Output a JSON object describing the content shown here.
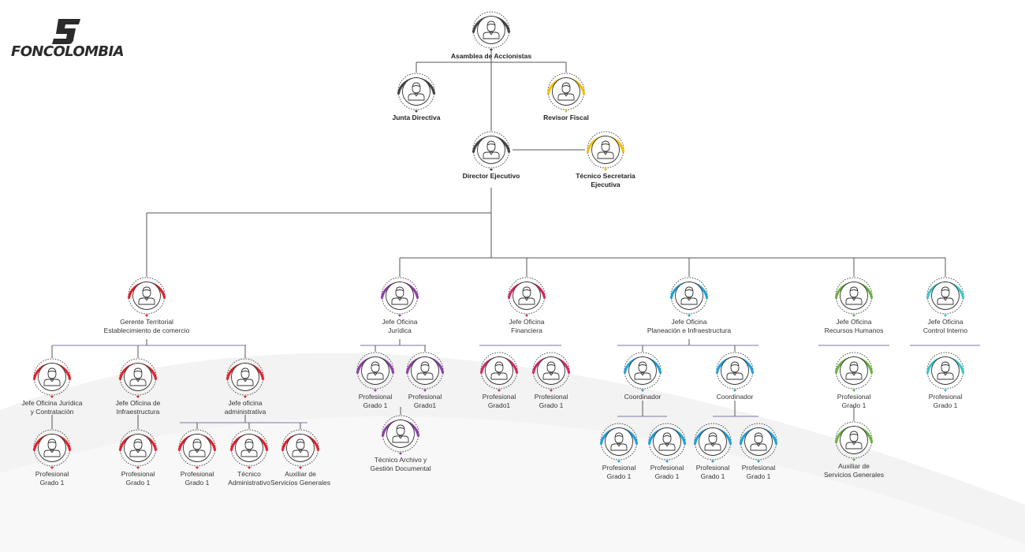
{
  "logo": {
    "text": "FONCOLOMBIA"
  },
  "colors": {
    "dark": "#444444",
    "yellow": "#f2c200",
    "red": "#e5202a",
    "purple": "#8e3fa8",
    "pink": "#d5285f",
    "blue": "#1ea3dc",
    "green": "#6ab43e",
    "teal": "#3cc8c8"
  },
  "nodes": [
    {
      "id": "asamblea",
      "label": "Asamblea de Accionistas",
      "color": "dark",
      "bold": true
    },
    {
      "id": "junta",
      "label": "Junta Directiva",
      "color": "dark",
      "bold": true
    },
    {
      "id": "revisor",
      "label": "Revisor Fiscal",
      "color": "yellow",
      "bold": true
    },
    {
      "id": "director",
      "label": "Director Ejecutivo",
      "color": "dark",
      "bold": true
    },
    {
      "id": "tecsec",
      "label": "Técnico Secretaria\nEjecutiva",
      "color": "yellow",
      "bold": true
    },
    {
      "id": "gerente",
      "label": "Gerente Territorial\nEstablecimiento de comercio",
      "color": "red"
    },
    {
      "id": "jjuridica_c",
      "label": "Jefe Oficina Jurídica\ny Contratación",
      "color": "red"
    },
    {
      "id": "pg1_a",
      "label": "Profesional\nGrado 1",
      "color": "red"
    },
    {
      "id": "jinfra",
      "label": "Jefe Oficina de\nInfraestructura",
      "color": "red"
    },
    {
      "id": "pg1_b",
      "label": "Profesional\nGrado 1",
      "color": "red"
    },
    {
      "id": "jadmin",
      "label": "Jefe oficina\nadministrativa",
      "color": "red"
    },
    {
      "id": "pg1_c",
      "label": "Profesional\nGrado 1",
      "color": "red"
    },
    {
      "id": "tecadm",
      "label": "Técnico\nAdministrativo",
      "color": "red"
    },
    {
      "id": "auxsg_a",
      "label": "Auxiliar de\nServicios Generales",
      "color": "red"
    },
    {
      "id": "jjuridica",
      "label": "Jefe Oficina\nJurídica",
      "color": "purple"
    },
    {
      "id": "pg1_d",
      "label": "Profesional\nGrado 1",
      "color": "purple"
    },
    {
      "id": "pg1_e",
      "label": "Profesional\nGrado1",
      "color": "purple"
    },
    {
      "id": "tecarch",
      "label": "Técnico Archivo y\nGestión Documental",
      "color": "purple"
    },
    {
      "id": "jfin",
      "label": "Jefe Oficina\nFinanciera",
      "color": "pink"
    },
    {
      "id": "pg1_f",
      "label": "Profesional\nGrado1",
      "color": "pink"
    },
    {
      "id": "pg1_g",
      "label": "Profesional\nGrado 1",
      "color": "pink"
    },
    {
      "id": "jplan",
      "label": "Jefe Oficina\nPlaneación e Infraestructura",
      "color": "blue"
    },
    {
      "id": "coord1",
      "label": "Coordinador",
      "color": "blue"
    },
    {
      "id": "coord2",
      "label": "Coordinador",
      "color": "blue"
    },
    {
      "id": "pg1_h",
      "label": "Profesional\nGrado 1",
      "color": "blue"
    },
    {
      "id": "pg1_i",
      "label": "Profesional\nGrado 1",
      "color": "blue"
    },
    {
      "id": "pg1_j",
      "label": "Profesional\nGrado 1",
      "color": "blue"
    },
    {
      "id": "pg1_k",
      "label": "Profesional\nGrado 1",
      "color": "blue"
    },
    {
      "id": "jrh",
      "label": "Jefe Oficina\nRecursos Humanos",
      "color": "green"
    },
    {
      "id": "pg1_l",
      "label": "Profesional\nGrado 1",
      "color": "green"
    },
    {
      "id": "auxsg_b",
      "label": "Auxiliar de\nServicios Generales",
      "color": "green"
    },
    {
      "id": "jci",
      "label": "Jefe Oficina\nControl Interno",
      "color": "teal"
    },
    {
      "id": "pg1_m",
      "label": "Profesional\nGrado 1",
      "color": "teal"
    }
  ],
  "edges": [
    [
      "asamblea",
      "junta"
    ],
    [
      "asamblea",
      "revisor"
    ],
    [
      "asamblea",
      "director"
    ],
    [
      "director",
      "tecsec"
    ],
    [
      "director",
      "gerente"
    ],
    [
      "director",
      "jjuridica"
    ],
    [
      "director",
      "jfin"
    ],
    [
      "director",
      "jplan"
    ],
    [
      "director",
      "jrh"
    ],
    [
      "director",
      "jci"
    ],
    [
      "gerente",
      "jjuridica_c"
    ],
    [
      "gerente",
      "jinfra"
    ],
    [
      "gerente",
      "jadmin"
    ],
    [
      "jjuridica_c",
      "pg1_a"
    ],
    [
      "jinfra",
      "pg1_b"
    ],
    [
      "jadmin",
      "pg1_c"
    ],
    [
      "jadmin",
      "tecadm"
    ],
    [
      "jadmin",
      "auxsg_a"
    ],
    [
      "jjuridica",
      "pg1_d"
    ],
    [
      "jjuridica",
      "pg1_e"
    ],
    [
      "jjuridica",
      "tecarch"
    ],
    [
      "jfin",
      "pg1_f"
    ],
    [
      "jfin",
      "pg1_g"
    ],
    [
      "jplan",
      "coord1"
    ],
    [
      "jplan",
      "coord2"
    ],
    [
      "coord1",
      "pg1_h"
    ],
    [
      "coord1",
      "pg1_i"
    ],
    [
      "coord2",
      "pg1_j"
    ],
    [
      "coord2",
      "pg1_k"
    ],
    [
      "jrh",
      "pg1_l"
    ],
    [
      "pg1_l",
      "auxsg_b"
    ],
    [
      "jci",
      "pg1_m"
    ]
  ]
}
